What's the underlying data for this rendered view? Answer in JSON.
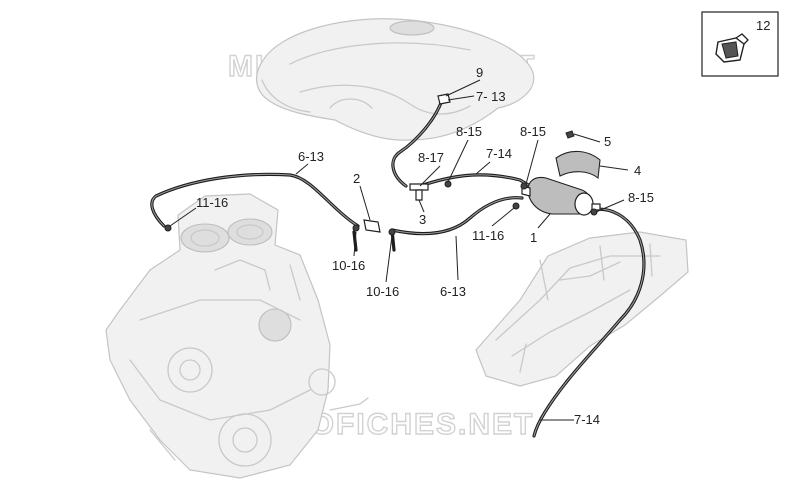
{
  "watermark": "MICROFICHES.NET",
  "callouts": [
    {
      "id": "c-9",
      "text": "9"
    },
    {
      "id": "c-7-13",
      "text": "7- 13"
    },
    {
      "id": "c-8-15-a",
      "text": "8-15"
    },
    {
      "id": "c-8-15-b",
      "text": "8-15"
    },
    {
      "id": "c-5",
      "text": "5"
    },
    {
      "id": "c-4",
      "text": "4"
    },
    {
      "id": "c-8-17",
      "text": "8-17"
    },
    {
      "id": "c-7-14-a",
      "text": "7-14"
    },
    {
      "id": "c-6-13-a",
      "text": "6-13"
    },
    {
      "id": "c-2",
      "text": "2"
    },
    {
      "id": "c-8-15-c",
      "text": "8-15"
    },
    {
      "id": "c-11-16-a",
      "text": "11-16"
    },
    {
      "id": "c-3",
      "text": "3"
    },
    {
      "id": "c-11-16-b",
      "text": "11-16"
    },
    {
      "id": "c-1",
      "text": "1"
    },
    {
      "id": "c-10-16-a",
      "text": "10-16"
    },
    {
      "id": "c-10-16-b",
      "text": "10-16"
    },
    {
      "id": "c-6-13-b",
      "text": "6-13"
    },
    {
      "id": "c-7-14-b",
      "text": "7-14"
    }
  ],
  "inset": {
    "label": "12",
    "icon": "hose-clamp-icon"
  },
  "colors": {
    "hose": "#1c1c1c",
    "ghost": "#c9c9c9",
    "watermark": "#d2d2d2"
  }
}
